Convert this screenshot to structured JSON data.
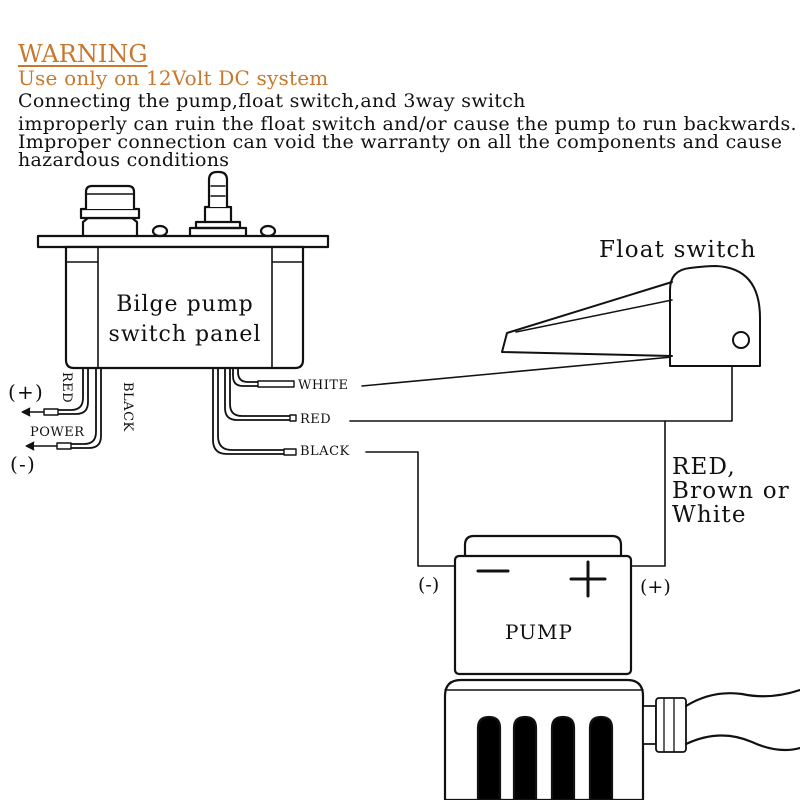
{
  "warning": {
    "title": "WARNING",
    "subtitle": "Use only on 12Volt DC system",
    "lines": [
      "Connecting the pump,float switch,and 3way switch",
      "improperly can ruin the float switch and/or cause the pump to run backwards.",
      "Improper connection can void the warranty on all the components and cause",
      "hazardous conditions"
    ]
  },
  "panel": {
    "label_line1": "Bilge pump",
    "label_line2": "switch panel"
  },
  "power": {
    "plus": "(+)",
    "minus": "(-)",
    "red": "RED",
    "black": "BLACK",
    "power": "POWER"
  },
  "wires": {
    "white": "WHITE",
    "red": "RED",
    "black": "BLACK"
  },
  "float_switch": {
    "label": "Float switch"
  },
  "float_wire": {
    "line1": "RED,",
    "line2": "Brown or",
    "line3": "White"
  },
  "pump": {
    "label": "PUMP",
    "minus": "(-)",
    "plus": "(+)"
  },
  "colors": {
    "warning": "#c8782e",
    "ink": "#111111"
  }
}
